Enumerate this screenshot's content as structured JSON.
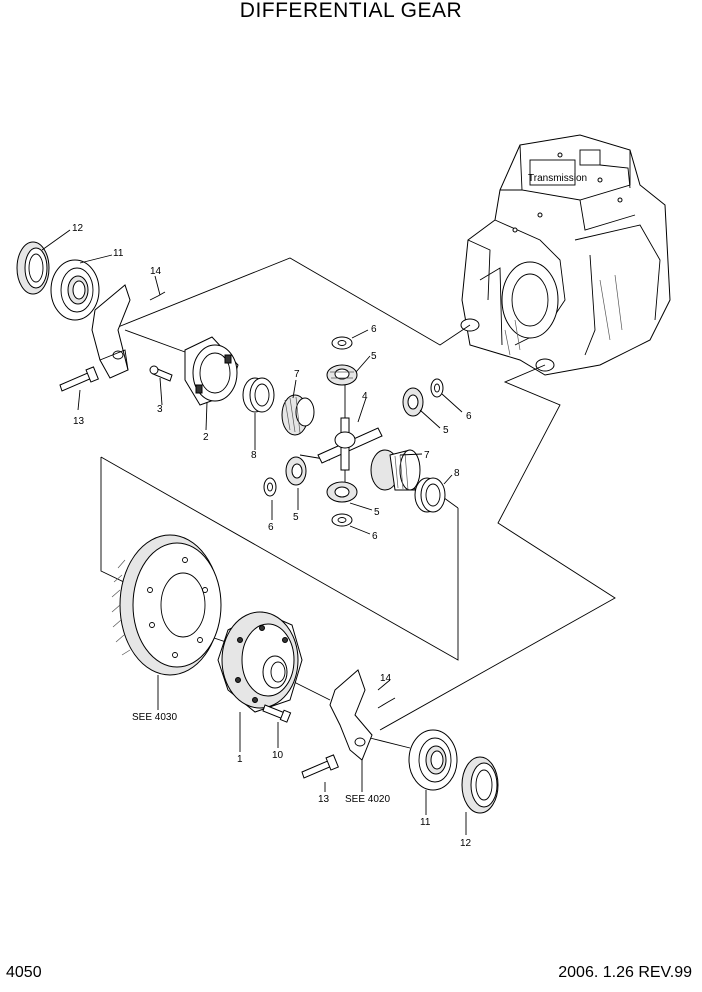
{
  "title": "DIFFERENTIAL GEAR",
  "page_number": "4050",
  "revision": "2006. 1.26 REV.99",
  "labels": {
    "transmission": "Transmission",
    "see_4030": "SEE 4030",
    "see_4020": "SEE 4020"
  },
  "callouts": {
    "n12_top": "12",
    "n11_top": "11",
    "n14_top": "14",
    "n13_top": "13",
    "n3": "3",
    "n2": "2",
    "n8_left": "8",
    "n7_top": "7",
    "n6_top": "6",
    "n5_top": "5",
    "n4": "4",
    "n6_right": "6",
    "n5_right": "5",
    "n7_right": "7",
    "n8_right": "8",
    "n6_left": "6",
    "n5_left": "5",
    "n5_bottom": "5",
    "n6_bottom": "6",
    "n1": "1",
    "n10": "10",
    "n14_bottom": "14",
    "n13_bottom": "13",
    "n11_bottom": "11",
    "n12_bottom": "12"
  }
}
